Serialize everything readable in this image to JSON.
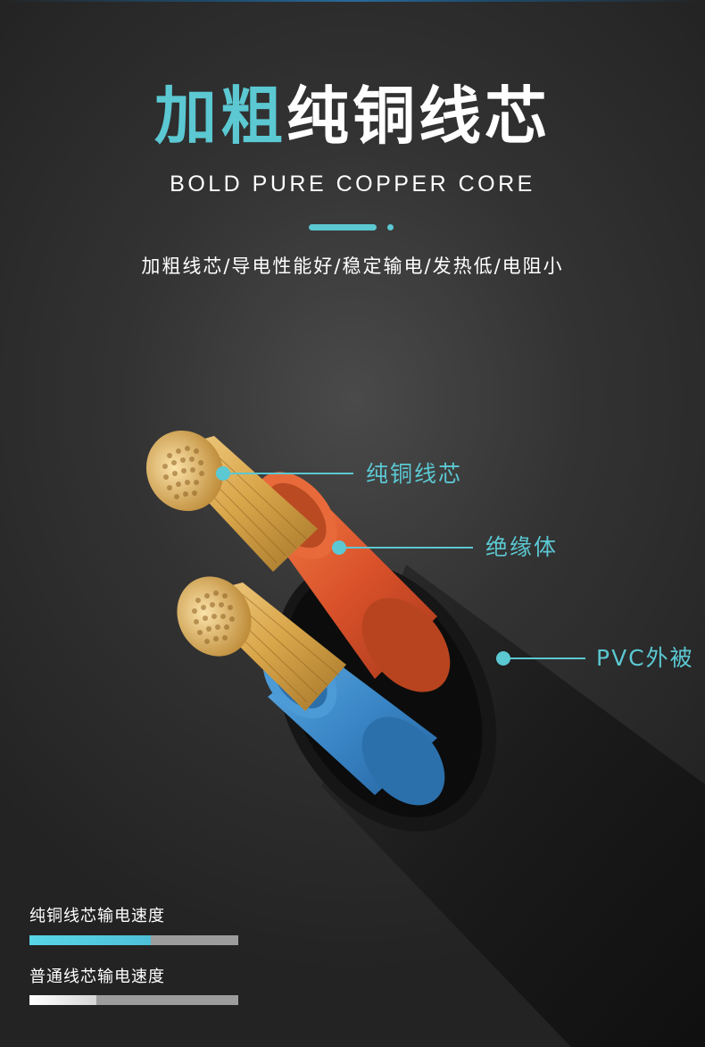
{
  "title": {
    "accent": "加粗",
    "main": "纯铜线芯"
  },
  "subtitle": "BOLD PURE COPPER CORE",
  "features": "加粗线芯/导电性能好/稳定输电/发热低/电阻小",
  "callouts": [
    {
      "label": "纯铜线芯"
    },
    {
      "label": "绝缘体"
    },
    {
      "label": "PVC外被"
    }
  ],
  "speed_comparison": [
    {
      "label": "纯铜线芯输电速度",
      "level": 0.58,
      "fill_color": "#58d6e6"
    },
    {
      "label": "普通线芯输电速度",
      "level": 0.32,
      "fill_color": "#ffffff"
    }
  ],
  "colors": {
    "accent": "#5bc8d2",
    "insulation_red": "#e0562c",
    "insulation_blue": "#3a86c6",
    "jacket": "#1a1a1a",
    "copper": "#d9a64a"
  }
}
